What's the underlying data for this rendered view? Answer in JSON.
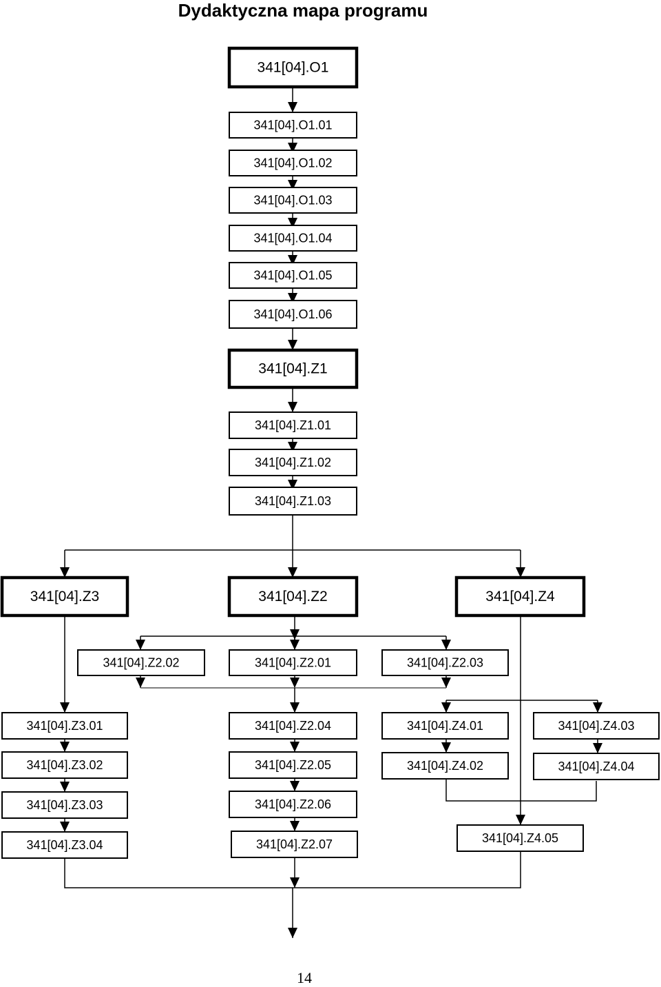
{
  "title": "Dydaktyczna mapa programu",
  "page_number": "14",
  "units": {
    "O1": {
      "label": "341[04].O1",
      "major": true
    },
    "O1.01": {
      "label": "341[04].O1.01"
    },
    "O1.02": {
      "label": "341[04].O1.02"
    },
    "O1.03": {
      "label": "341[04].O1.03"
    },
    "O1.04": {
      "label": "341[04].O1.04"
    },
    "O1.05": {
      "label": "341[04].O1.05"
    },
    "O1.06": {
      "label": "341[04].O1.06"
    },
    "Z1": {
      "label": "341[04].Z1",
      "major": true
    },
    "Z1.01": {
      "label": "341[04].Z1.01"
    },
    "Z1.02": {
      "label": "341[04].Z1.02"
    },
    "Z1.03": {
      "label": "341[04].Z1.03"
    },
    "Z3": {
      "label": "341[04].Z3",
      "major": true
    },
    "Z2": {
      "label": "341[04].Z2",
      "major": true
    },
    "Z4": {
      "label": "341[04].Z4",
      "major": true
    },
    "Z2.02": {
      "label": "341[04].Z2.02"
    },
    "Z2.01": {
      "label": "341[04].Z2.01"
    },
    "Z2.03": {
      "label": "341[04].Z2.03"
    },
    "Z3.01": {
      "label": "341[04].Z3.01"
    },
    "Z3.02": {
      "label": "341[04].Z3.02"
    },
    "Z3.03": {
      "label": "341[04].Z3.03"
    },
    "Z3.04": {
      "label": "341[04].Z3.04"
    },
    "Z2.04": {
      "label": "341[04].Z2.04"
    },
    "Z2.05": {
      "label": "341[04].Z2.05"
    },
    "Z2.06": {
      "label": "341[04].Z2.06"
    },
    "Z2.07": {
      "label": "341[04].Z2.07"
    },
    "Z4.01": {
      "label": "341[04].Z4.01"
    },
    "Z4.02": {
      "label": "341[04].Z4.02"
    },
    "Z4.03": {
      "label": "341[04].Z4.03"
    },
    "Z4.04": {
      "label": "341[04].Z4.04"
    },
    "Z4.05": {
      "label": "341[04].Z4.05"
    }
  }
}
